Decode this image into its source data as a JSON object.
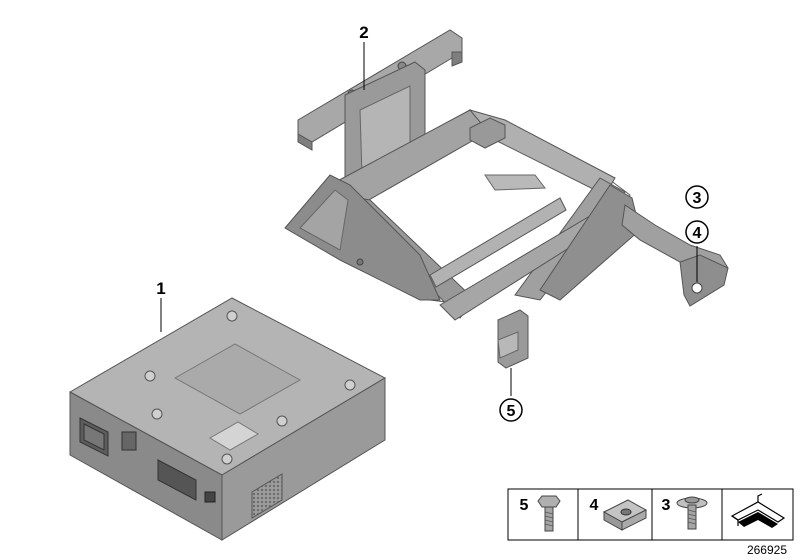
{
  "diagram": {
    "callouts": {
      "part1": "1",
      "part2": "2",
      "part3": "3",
      "part4": "4",
      "part5": "5"
    },
    "legend": {
      "item5": "5",
      "item4": "4",
      "item3": "3"
    },
    "reference_number": "266925"
  }
}
